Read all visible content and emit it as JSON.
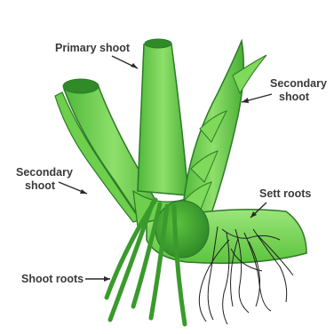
{
  "labels": {
    "primary_shoot": "Primary shoot",
    "secondary_shoot_right_line1": "Secondary",
    "secondary_shoot_right_line2": "shoot",
    "secondary_shoot_left_line1": "Secondary",
    "secondary_shoot_left_line2": "shoot",
    "sett_roots": "Sett roots",
    "shoot_roots": "Shoot roots"
  },
  "colors": {
    "shoot_light": "#8ee06a",
    "shoot_mid": "#5cc43e",
    "shoot_dark": "#2f8f2a",
    "outline": "#2c7a27",
    "sett": "#7fd95a",
    "bud": "#3a9a2c",
    "roots": "#1f1f1f"
  }
}
